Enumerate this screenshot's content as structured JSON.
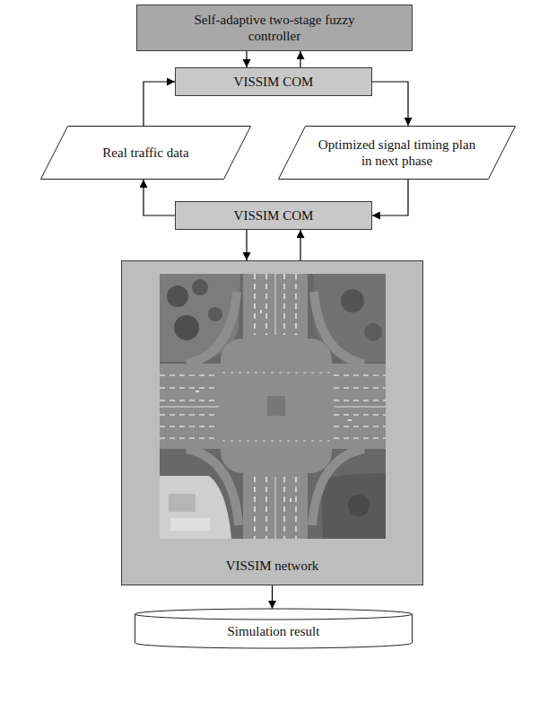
{
  "diagram": {
    "nodes": [
      {
        "text": [
          "Self-adaptive two-stage fuzzy controller"
        ]
      },
      {
        "text": [
          "VISSIM COM"
        ]
      },
      {
        "text": [
          "Real traffic data"
        ]
      },
      {
        "text": [
          "Optimized signal timing plan in next phase"
        ]
      },
      {
        "text": [
          "VISSIM COM"
        ]
      },
      {
        "text": [
          "VISSIM network"
        ]
      },
      {
        "text": [
          "Simulation result"
        ]
      }
    ],
    "edges": [
      {
        "from": 0,
        "to": 1,
        "arrow": "to"
      },
      {
        "from": 1,
        "to": 0,
        "arrow": "to"
      },
      {
        "from": 2,
        "to": 1,
        "arrow": "to"
      },
      {
        "from": 1,
        "to": 3,
        "arrow": "to"
      },
      {
        "from": 3,
        "to": 4,
        "arrow": "to"
      },
      {
        "from": 4,
        "to": 2,
        "arrow": "to"
      },
      {
        "from": 4,
        "to": 5,
        "arrow": "to"
      },
      {
        "from": 5,
        "to": 4,
        "arrow": "to"
      },
      {
        "from": 5,
        "to": 6,
        "arrow": "to"
      }
    ]
  }
}
